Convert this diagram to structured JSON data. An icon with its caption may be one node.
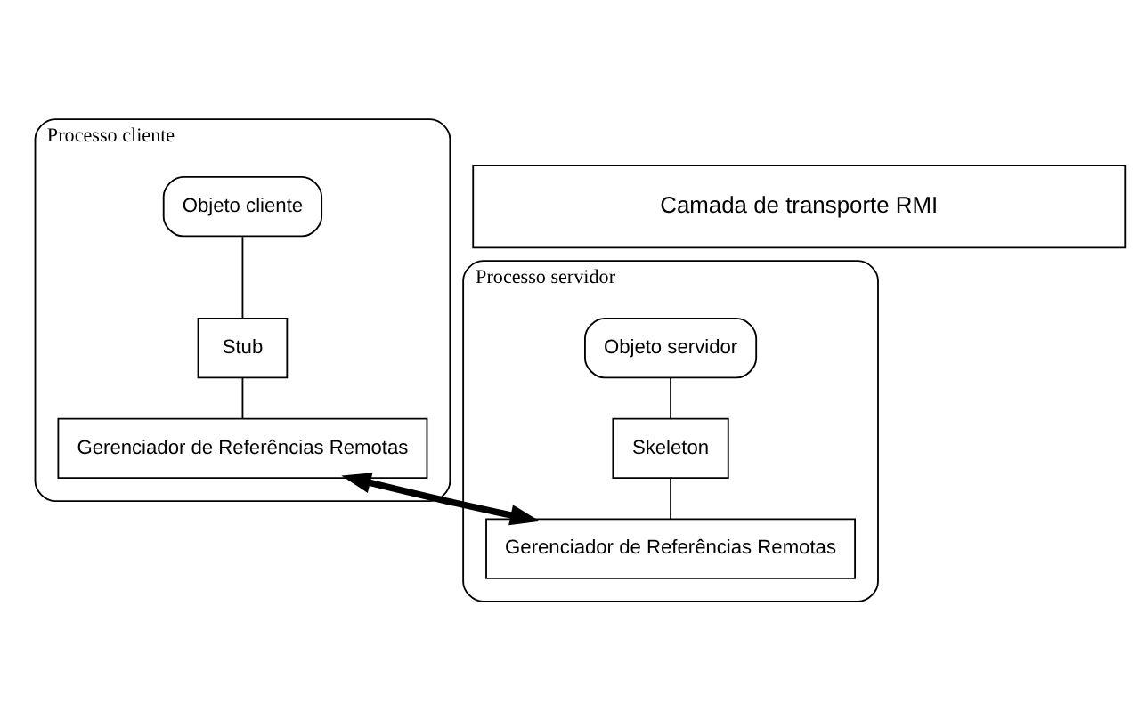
{
  "diagram": {
    "nodes": [
      {
        "text": [
          "Processo cliente"
        ]
      },
      {
        "text": [
          "Objeto cliente"
        ],
        "in": 0
      },
      {
        "text": [
          "Stub"
        ],
        "in": 0
      },
      {
        "text": [
          "Gerenciador de Referências Remotas"
        ],
        "in": 0
      },
      {
        "text": [
          "Processo servidor"
        ]
      },
      {
        "text": [
          "Objeto servidor"
        ],
        "in": 4
      },
      {
        "text": [
          "Skeleton"
        ],
        "in": 4
      },
      {
        "text": [
          "Gerenciador de Referências Remotas"
        ],
        "in": 4
      },
      {
        "text": [
          "Camada de transporte RMI"
        ]
      }
    ],
    "edges": [
      {
        "from": 1,
        "to": 2,
        "arrow": "none"
      },
      {
        "from": 2,
        "to": 3,
        "arrow": "none"
      },
      {
        "from": 5,
        "to": 6,
        "arrow": "none"
      },
      {
        "from": 6,
        "to": 7,
        "arrow": "none"
      },
      {
        "from": 3,
        "to": 7,
        "arrow": "both",
        "style": "thick"
      }
    ]
  }
}
